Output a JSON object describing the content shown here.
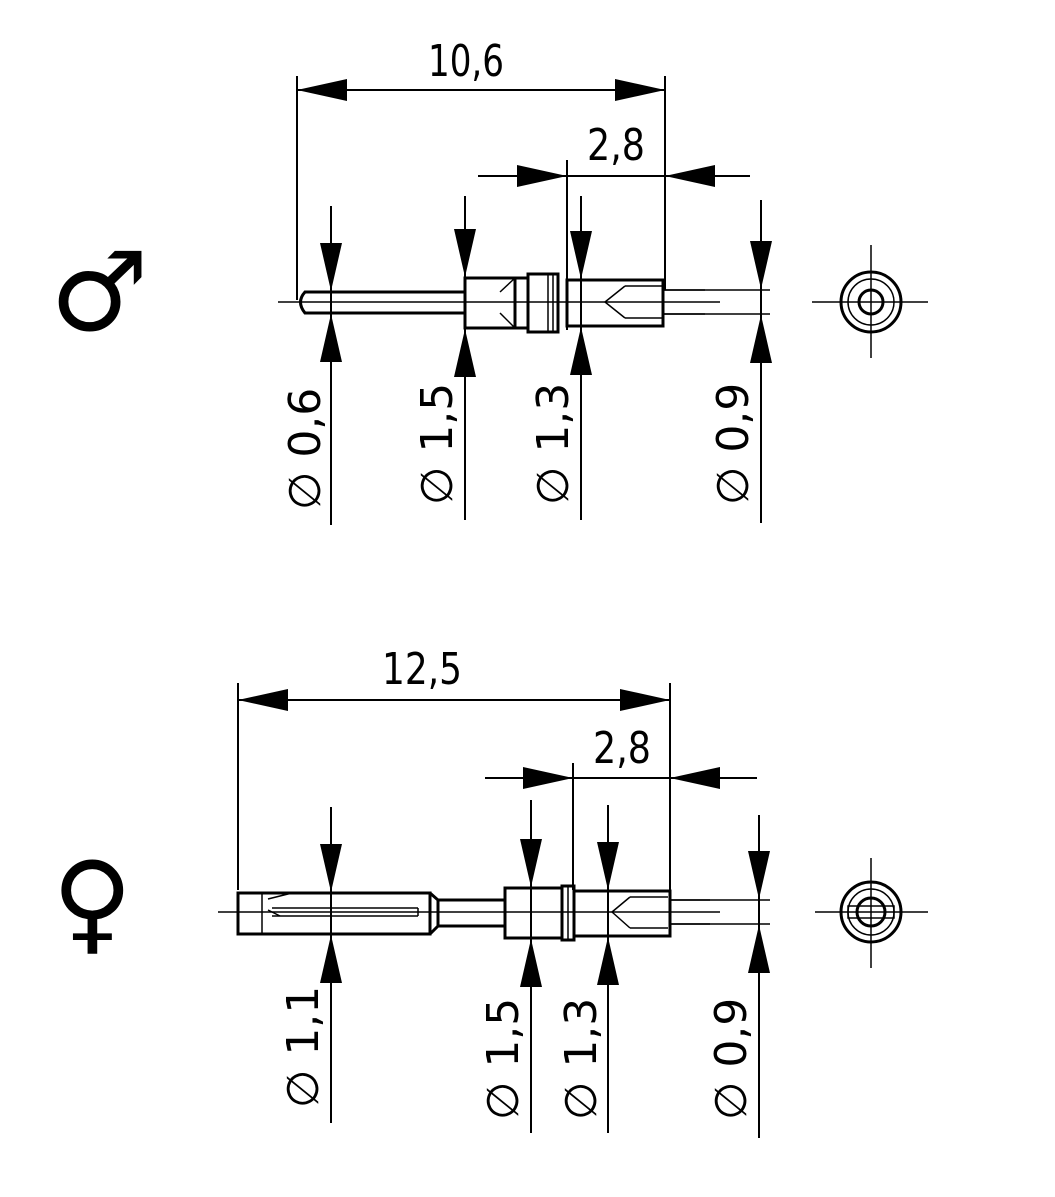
{
  "male": {
    "symbol": "♂",
    "overall_length": "10,6",
    "crimp_length": "2,8",
    "diameters": [
      "∅ 0,6",
      "∅ 1,5",
      "∅ 1,3",
      "∅ 0,9"
    ]
  },
  "female": {
    "symbol": "♀",
    "overall_length": "12,5",
    "crimp_length": "2,8",
    "diameters": [
      "∅ 1,1",
      "∅ 1,5",
      "∅ 1,3",
      "∅ 0,9"
    ]
  }
}
